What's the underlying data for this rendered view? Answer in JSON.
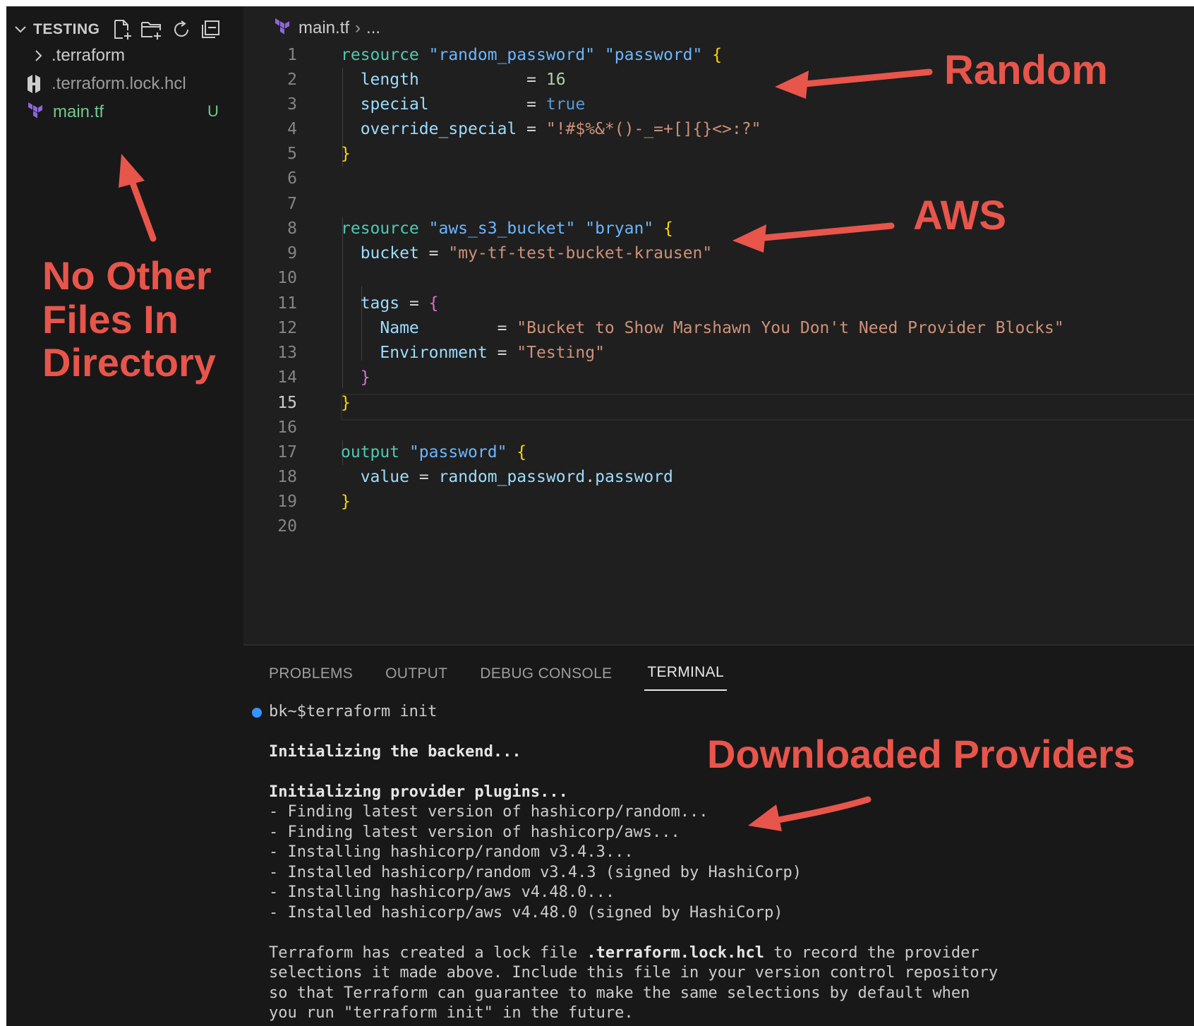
{
  "explorer": {
    "title": "TESTING",
    "items": [
      {
        "label": ".terraform",
        "type": "folder"
      },
      {
        "label": ".terraform.lock.hcl",
        "type": "lock-file"
      },
      {
        "label": "main.tf",
        "type": "terraform-file",
        "badge": "U"
      }
    ]
  },
  "breadcrumb": {
    "file": "main.tf",
    "rest": "..."
  },
  "code_lines": [
    {
      "n": "1"
    },
    {
      "n": "2"
    },
    {
      "n": "3"
    },
    {
      "n": "4"
    },
    {
      "n": "5"
    },
    {
      "n": "6"
    },
    {
      "n": "7"
    },
    {
      "n": "8"
    },
    {
      "n": "9"
    },
    {
      "n": "10"
    },
    {
      "n": "11"
    },
    {
      "n": "12"
    },
    {
      "n": "13"
    },
    {
      "n": "14"
    },
    {
      "n": "15"
    },
    {
      "n": "16"
    },
    {
      "n": "17"
    },
    {
      "n": "18"
    },
    {
      "n": "19"
    },
    {
      "n": "20"
    }
  ],
  "code": {
    "l1": {
      "kw": "resource",
      "a": "\"random_password\"",
      "b": "\"password\"",
      "brace": "{"
    },
    "l2": {
      "key": "length",
      "op": "=",
      "val": "16"
    },
    "l3": {
      "key": "special",
      "op": "=",
      "val": "true"
    },
    "l4": {
      "key": "override_special",
      "op": "=",
      "val": "\"!#$%&*()-_=+[]{}<>:?\""
    },
    "l5": {
      "brace": "}"
    },
    "l7": {
      "kw": "resource",
      "a": "\"aws_s3_bucket\"",
      "b": "\"bryan\"",
      "brace": "{"
    },
    "l8": {
      "key": "bucket",
      "op": "=",
      "val": "\"my-tf-test-bucket-krausen\""
    },
    "l10": {
      "key": "tags",
      "op": "=",
      "brace": "{"
    },
    "l11": {
      "key": "Name",
      "op": "=",
      "val": "\"Bucket to Show Marshawn You Don't Need Provider Blocks\""
    },
    "l12": {
      "key": "Environment",
      "op": "=",
      "val": "\"Testing\""
    },
    "l13": {
      "brace": "}"
    },
    "l14": {
      "brace": "}"
    },
    "l16": {
      "kw": "output",
      "a": "\"password\"",
      "brace": "{"
    },
    "l17": {
      "key": "value",
      "op": "=",
      "val1": "random_password",
      "dot": ".",
      "val2": "password"
    },
    "l18": {
      "brace": "}"
    }
  },
  "panel_tabs": [
    "PROBLEMS",
    "OUTPUT",
    "DEBUG CONSOLE",
    "TERMINAL"
  ],
  "terminal": {
    "prompt": "bk~$terraform init",
    "backend": "Initializing the backend...",
    "plugins": "Initializing provider plugins...",
    "steps": [
      "- Finding latest version of hashicorp/random...",
      "- Finding latest version of hashicorp/aws...",
      "- Installing hashicorp/random v3.4.3...",
      "- Installed hashicorp/random v3.4.3 (signed by HashiCorp)",
      "- Installing hashicorp/aws v4.48.0...",
      "- Installed hashicorp/aws v4.48.0 (signed by HashiCorp)"
    ],
    "lock_pre": "Terraform has created a lock file ",
    "lock_file": ".terraform.lock.hcl",
    "lock_post": " to record the provider",
    "lock_2": "selections it made above. Include this file in your version control repository",
    "lock_3": "so that Terraform can guarantee to make the same selections by default when",
    "lock_4": "you run \"terraform init\" in the future."
  },
  "annotations": {
    "random": "Random",
    "aws": "AWS",
    "downloaded": "Downloaded Providers",
    "no_other_1": "No Other",
    "no_other_2": "Files In",
    "no_other_3": "Directory"
  },
  "colors": {
    "annotation": "#e8554b",
    "untracked": "#73c991",
    "terminal_dot": "#3794ff"
  }
}
